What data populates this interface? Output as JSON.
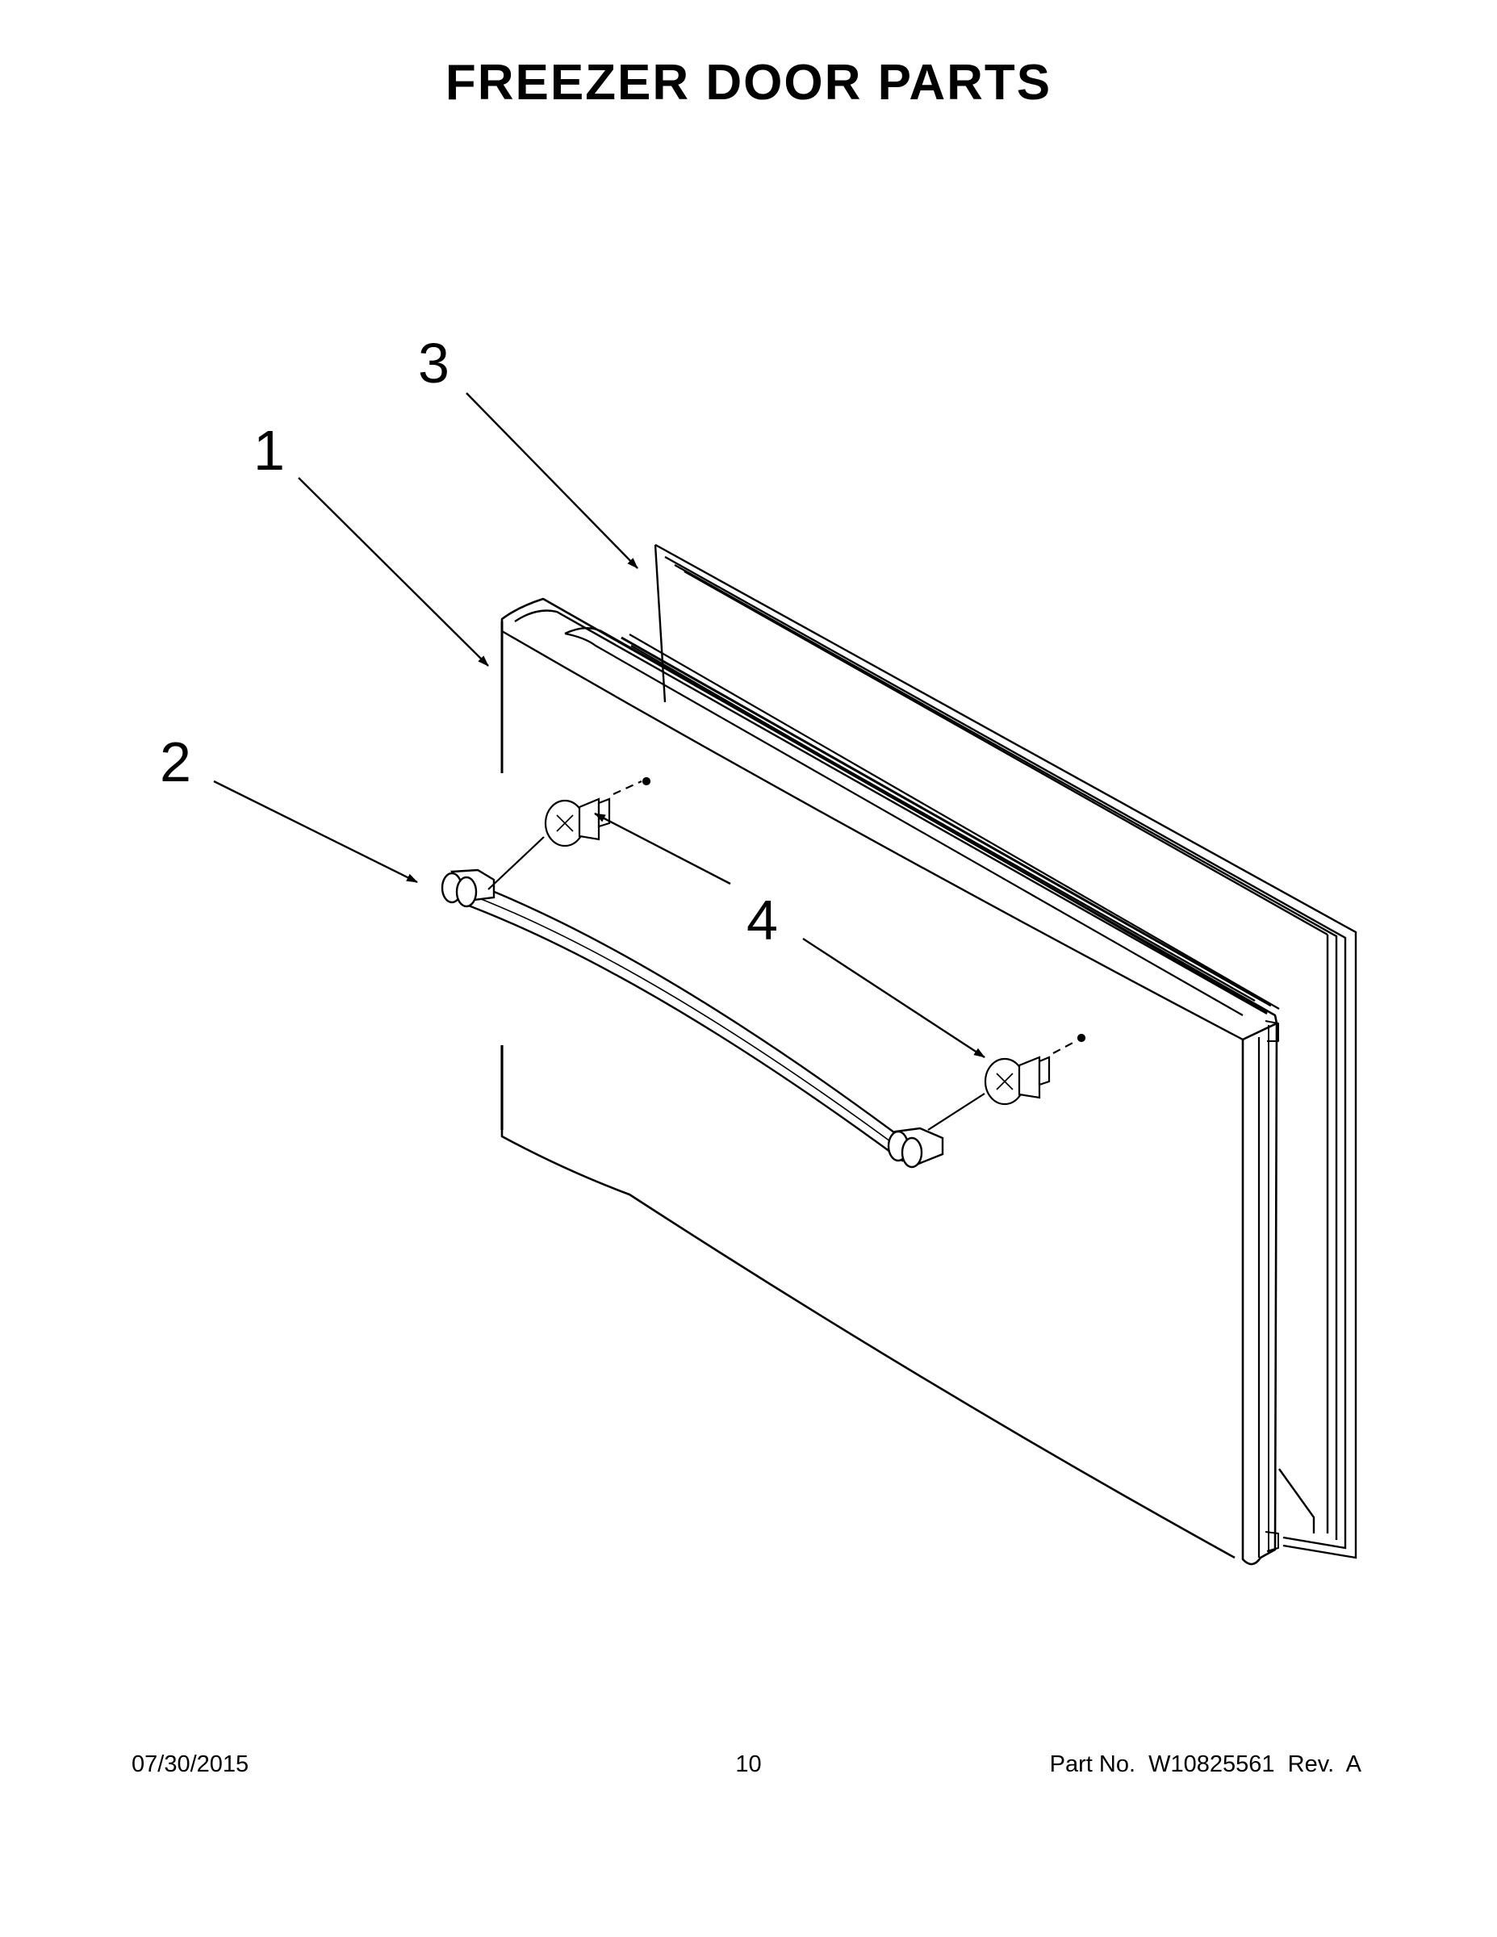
{
  "title": "FREEZER DOOR PARTS",
  "callouts": {
    "door_assembly": "1",
    "handle": "2",
    "gasket": "3",
    "handle_mounts": "4"
  },
  "footer": {
    "date": "07/30/2015",
    "page_number": "10",
    "part_number": "Part No.  W10825561  Rev.  A"
  }
}
